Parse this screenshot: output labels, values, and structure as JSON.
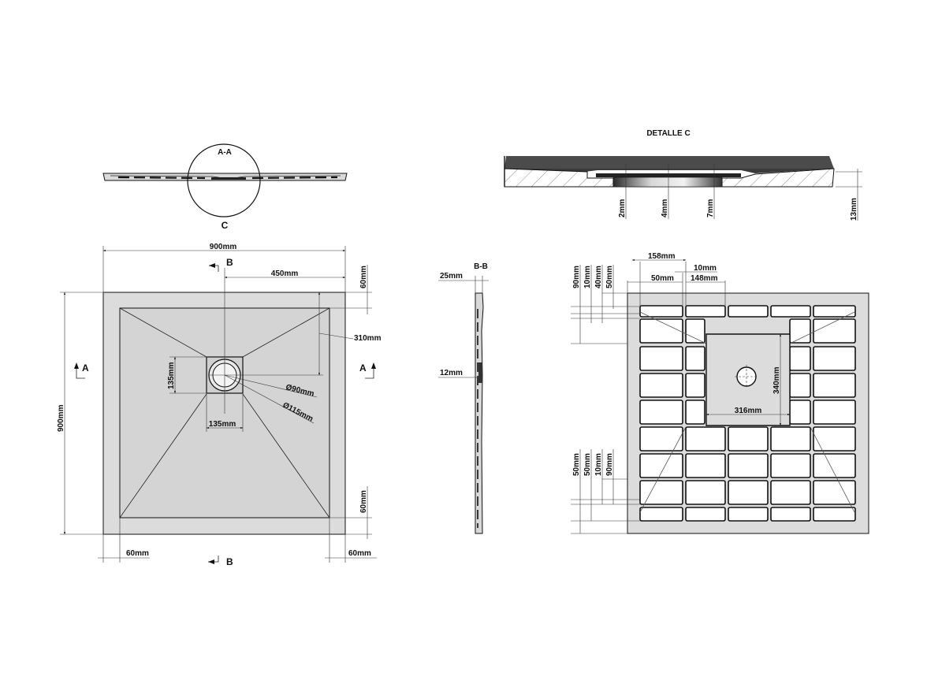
{
  "section_aa": {
    "title": "A-A",
    "detail_mark": "C"
  },
  "plan": {
    "width": "900mm",
    "height": "900mm",
    "half": "450mm",
    "drain_offset": "310mm",
    "drain_square_w": "135mm",
    "drain_square_h": "135mm",
    "diameter_inner": "Ø90mm",
    "diameter_outer": "Ø115mm",
    "border_top": "60mm",
    "border_bottom": "60mm",
    "border_left": "60mm",
    "border_right": "60mm",
    "section_a_label": "A",
    "section_b_label": "B"
  },
  "section_bb": {
    "title": "B-B",
    "total_thickness": "25mm",
    "edge_thickness": "12mm"
  },
  "detail_c": {
    "title": "DETALLE   C",
    "dims": [
      "2mm",
      "4mm",
      "7mm",
      "13mm"
    ]
  },
  "underside": {
    "rib_width": "158mm",
    "rib_gap": "10mm",
    "cell_a": "50mm",
    "cell_b": "148mm",
    "center_w": "316mm",
    "center_h": "340mm",
    "top_stack": [
      "90mm",
      "10mm",
      "40mm",
      "50mm"
    ],
    "bottom_stack": [
      "50mm",
      "50mm",
      "10mm",
      "90mm"
    ]
  }
}
